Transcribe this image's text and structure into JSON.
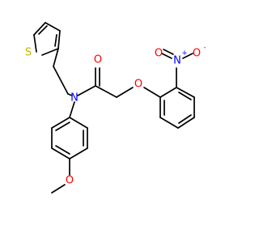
{
  "molecule": {
    "atoms": {
      "S": {
        "text": "S",
        "color": "#c8b400"
      },
      "N_amide": {
        "text": "N",
        "color": "#0000ff"
      },
      "O_carbonyl": {
        "text": "O",
        "color": "#ff0000"
      },
      "O_ether": {
        "text": "O",
        "color": "#ff0000"
      },
      "N_nitro": {
        "text": "N",
        "color": "#0000ff",
        "charge": "+"
      },
      "O_nitro_double": {
        "text": "O",
        "color": "#ff0000"
      },
      "O_nitro_minus": {
        "text": "O",
        "color": "#ff0000",
        "charge": "-"
      },
      "O_methoxy": {
        "text": "O",
        "color": "#ff0000"
      }
    }
  }
}
